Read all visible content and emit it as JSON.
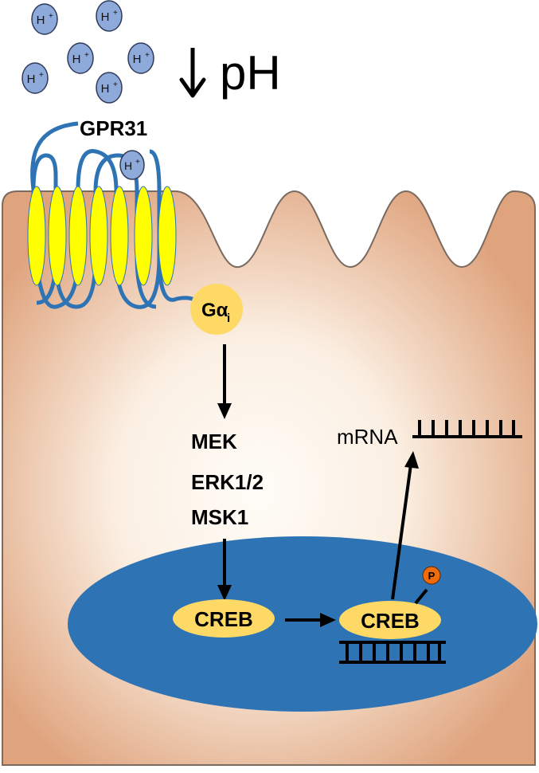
{
  "ions": {
    "h_label": "H",
    "h_charge": "+"
  },
  "ph_label": "pH",
  "receptor": "GPR31",
  "g_protein": {
    "label": "Gα",
    "subscript": "i"
  },
  "kinases": [
    "MEK",
    "ERK1/2",
    "MSK1"
  ],
  "creb_left": "CREB",
  "creb_right": "CREB",
  "phospho_label": "P",
  "mrna_label": "mRNA",
  "colors": {
    "cell_edge": "#dfa47e",
    "cell_center": "#fffdf8",
    "cell_outline": "#7a6a60",
    "nucleus": "#2e74b5",
    "creb": "#ffd966",
    "helix": "#ffff00",
    "receptor_line": "#2e74b5",
    "ion_fill": "#8eaadb",
    "ion_stroke": "#2f3a5a",
    "phospho": "#f26b0a"
  }
}
